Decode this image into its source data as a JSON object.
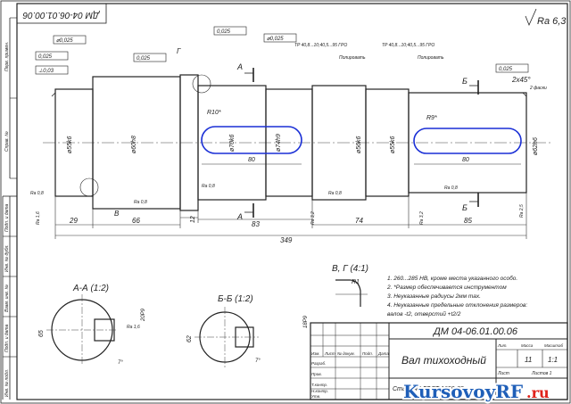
{
  "drawing": {
    "code": "ДМ 04-06.01.00.06",
    "code_rotated": "ДМ 04-06.01.00.06",
    "part_name": "Вал тихоходный",
    "material": "Сталь 45 ГОСТ 1050-88",
    "scale": "1:1",
    "sheet_label": "Лист",
    "sheets_label": "Листов 1",
    "mass": "11",
    "lit_label": "Лит.",
    "mass_label": "Масса",
    "scale_label": "Масштаб",
    "roughness_general": "Ra 6,3"
  },
  "titleblock_labels": [
    "Изм.",
    "Лист",
    "№ докум.",
    "Подп.",
    "Дата",
    "Разраб.",
    "Пров.",
    "Т.контр.",
    "Н.контр.",
    "Утв."
  ],
  "side_strip": [
    "Перв. примен.",
    "Справ. №",
    "Подп. и дата",
    "Инв. № дубл.",
    "Взам. инв. №",
    "Подп. и дата",
    "Инв. № подл."
  ],
  "notes": [
    "1. 260...285 HB, кроме места указанного особо.",
    "2. *Размер обеспечивается инструментом",
    "3. Неуказанные радиусы 2мм max.",
    "4. Неуказанные предельные отклонения размеров:",
    "валов -t2, отверстий +t2/2"
  ],
  "views": {
    "section_aa": "А-А (1:2)",
    "section_bb": "Б-Б (1:2)",
    "detail_v": "В, Г (4:1)",
    "cut_a": "А",
    "cut_b": "Б",
    "mark_v": "В",
    "mark_g": "Г"
  },
  "dimensions": {
    "overall": "349",
    "seg_29": "29",
    "seg_66": "66",
    "seg_12": "12",
    "seg_83": "83",
    "seg_74": "74",
    "seg_85": "85",
    "key1_len": "80",
    "key2_len": "80",
    "key1_r": "R10*",
    "key2_r": "R9*",
    "d1": "ø55k6",
    "d2": "ø60h8",
    "d3": "ø70k6",
    "d4": "ø74h9",
    "d5": "ø56k6",
    "d6": "ø55k6",
    "d7": "ø62h6",
    "chamfer": "2x45°",
    "chamfer2": "2 фаски",
    "hardness": "TP 40,8...10;40,5...95 ГРО",
    "polished": "Полировать",
    "fillet": "R1",
    "sec_a_depth": "65",
    "sec_b_depth": "62",
    "key_w1": "20P9",
    "key_w2": "18P9",
    "ang": "7°",
    "tol_a": "⌀0,025",
    "tol_b": "0,025",
    "tol_c": "⊥0,03",
    "rough_08": "Ra 0,8",
    "rough_16": "Ra 1,6",
    "rough_32": "Ra 3,2",
    "rough_25": "Ra 2,5"
  },
  "watermark": {
    "text": "KursovoyRF",
    "suffix": ".ru"
  }
}
